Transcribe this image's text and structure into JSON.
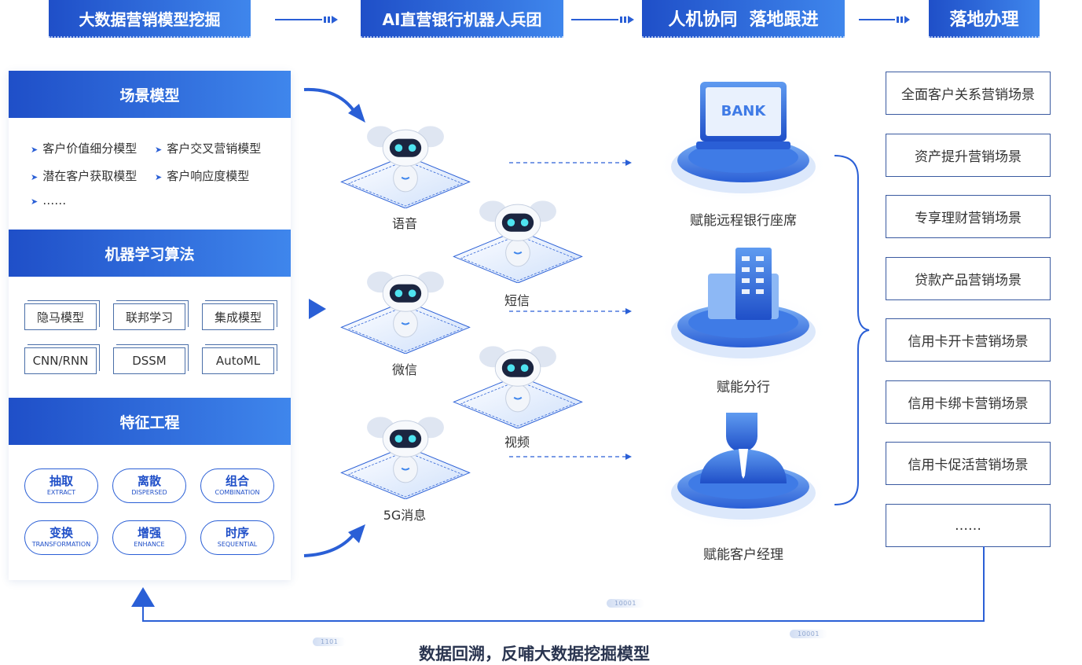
{
  "banners": [
    "大数据营销模型挖掘",
    "AI直营银行机器人兵团",
    "人机协同  落地跟进",
    "落地办理"
  ],
  "scene_model": {
    "title": "场景模型",
    "bullets": [
      "客户价值细分模型",
      "客户交叉营销模型",
      "潜在客户获取模型",
      "客户响应度模型",
      "……"
    ]
  },
  "ml_algorithms": {
    "title": "机器学习算法",
    "items": [
      "隐马模型",
      "联邦学习",
      "集成模型",
      "CNN/RNN",
      "DSSM",
      "AutoML"
    ]
  },
  "feature_engineering": {
    "title": "特征工程",
    "items": [
      {
        "cn": "抽取",
        "en": "EXTRACT"
      },
      {
        "cn": "离散",
        "en": "DISPERSED"
      },
      {
        "cn": "组合",
        "en": "COMBINATION"
      },
      {
        "cn": "变换",
        "en": "TRANSFORMATION"
      },
      {
        "cn": "增强",
        "en": "ENHANCE"
      },
      {
        "cn": "时序",
        "en": "SEQUENTIAL"
      }
    ]
  },
  "channels": [
    "语音",
    "短信",
    "微信",
    "视频",
    "5G消息"
  ],
  "platforms": {
    "bank_text": "BANK",
    "labels": [
      "赋能远程银行座席",
      "赋能分行",
      "赋能客户经理"
    ]
  },
  "scenes": [
    "全面客户关系营销场景",
    "资产提升营销场景",
    "专享理财营销场景",
    "贷款产品营销场景",
    "信用卡开卡营销场景",
    "信用卡绑卡营销场景",
    "信用卡促活营销场景",
    "……"
  ],
  "binary_tags": [
    "10001",
    "1101",
    "10001"
  ],
  "feedback_text": "数据回溯，反哺大数据挖掘模型",
  "colors": {
    "primary": "#1f4fc8",
    "accent": "#3f86ec",
    "line": "#2a5fd6"
  }
}
